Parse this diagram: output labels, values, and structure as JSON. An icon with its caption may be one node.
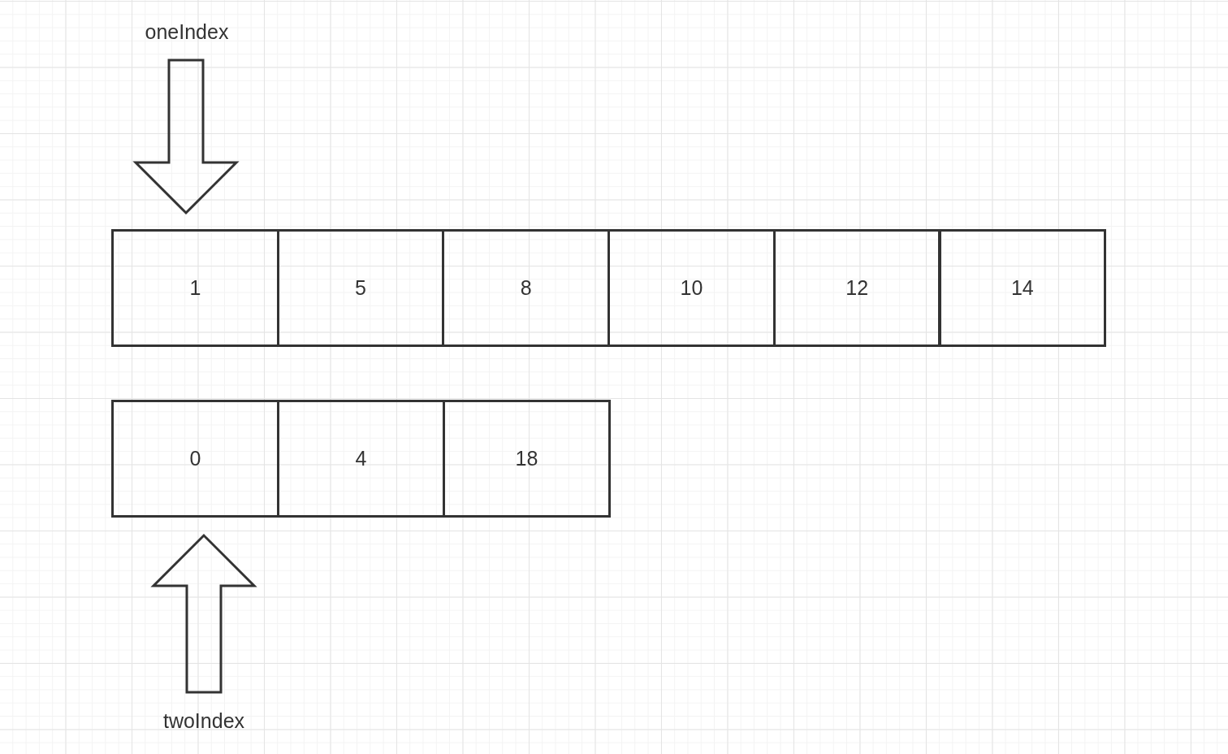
{
  "diagram": {
    "nodes": [
      {
        "text": [
          "oneIndex"
        ]
      },
      {
        "text": [
          "1"
        ]
      },
      {
        "text": [
          "5"
        ]
      },
      {
        "text": [
          "8"
        ]
      },
      {
        "text": [
          "10"
        ]
      },
      {
        "text": [
          "12"
        ]
      },
      {
        "text": [
          "14"
        ]
      },
      {
        "text": [
          "0"
        ]
      },
      {
        "text": [
          "4"
        ]
      },
      {
        "text": [
          "18"
        ]
      },
      {
        "text": [
          "twoIndex"
        ]
      }
    ],
    "edges": [
      {
        "from": 0,
        "to": 1,
        "arrow": "to",
        "style": "thick"
      },
      {
        "from": 10,
        "to": 7,
        "arrow": "to",
        "style": "thick"
      }
    ]
  }
}
